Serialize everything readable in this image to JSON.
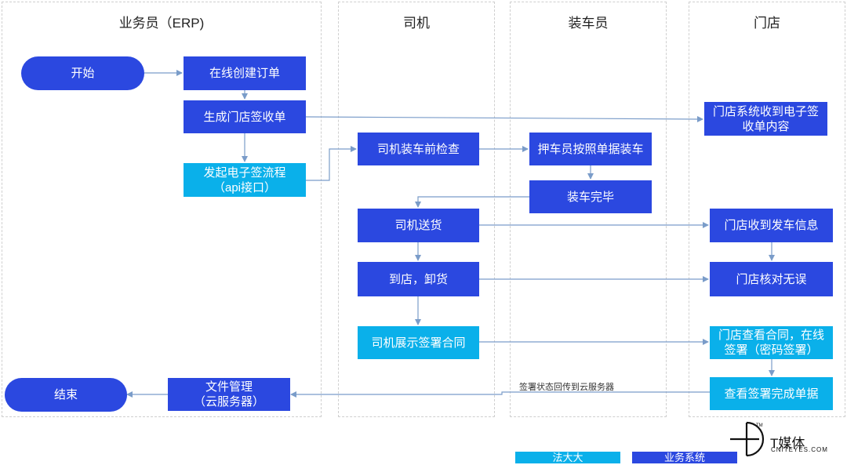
{
  "colors": {
    "business_system": "#2b48e0",
    "fadada": "#0ab0ea",
    "arrow": "#7a9cc9",
    "lane_border": "#cfcfcf"
  },
  "lanes": [
    {
      "title": "业务员（ERP)"
    },
    {
      "title": "司机"
    },
    {
      "title": "装车员"
    },
    {
      "title": "门店"
    }
  ],
  "nodes": {
    "start": "开始",
    "create_order": "在线创建订单",
    "gen_receipt": "生成门店签收单",
    "esign_line1": "发起电子签流程",
    "esign_line2": "（api接口）",
    "driver_check": "司机装车前检查",
    "load_by_doc": "押车员按照单据装车",
    "load_done": "装车完毕",
    "deliver": "司机送货",
    "unload": "到店，卸货",
    "show_contract": "司机展示签署合同",
    "store_receive_line1": "门店系统收到电子签",
    "store_receive_line2": "收单内容",
    "store_dispatch_info": "门店收到发车信息",
    "store_verify": "门店核对无误",
    "store_sign_line1": "门店查看合同，在线",
    "store_sign_line2": "签署（密码签署）",
    "store_view_done": "查看签署完成单据",
    "file_mgmt_line1": "文件管理",
    "file_mgmt_line2": "（云服务器）",
    "end": "结束"
  },
  "edge_labels": {
    "status_back": "签署状态回传到云服务器"
  },
  "legend": {
    "fadada": "法大大",
    "business": "业务系统"
  },
  "logo": {
    "name": "T媒体",
    "sub": "CNITEYES.COM",
    "mark": "TM"
  }
}
